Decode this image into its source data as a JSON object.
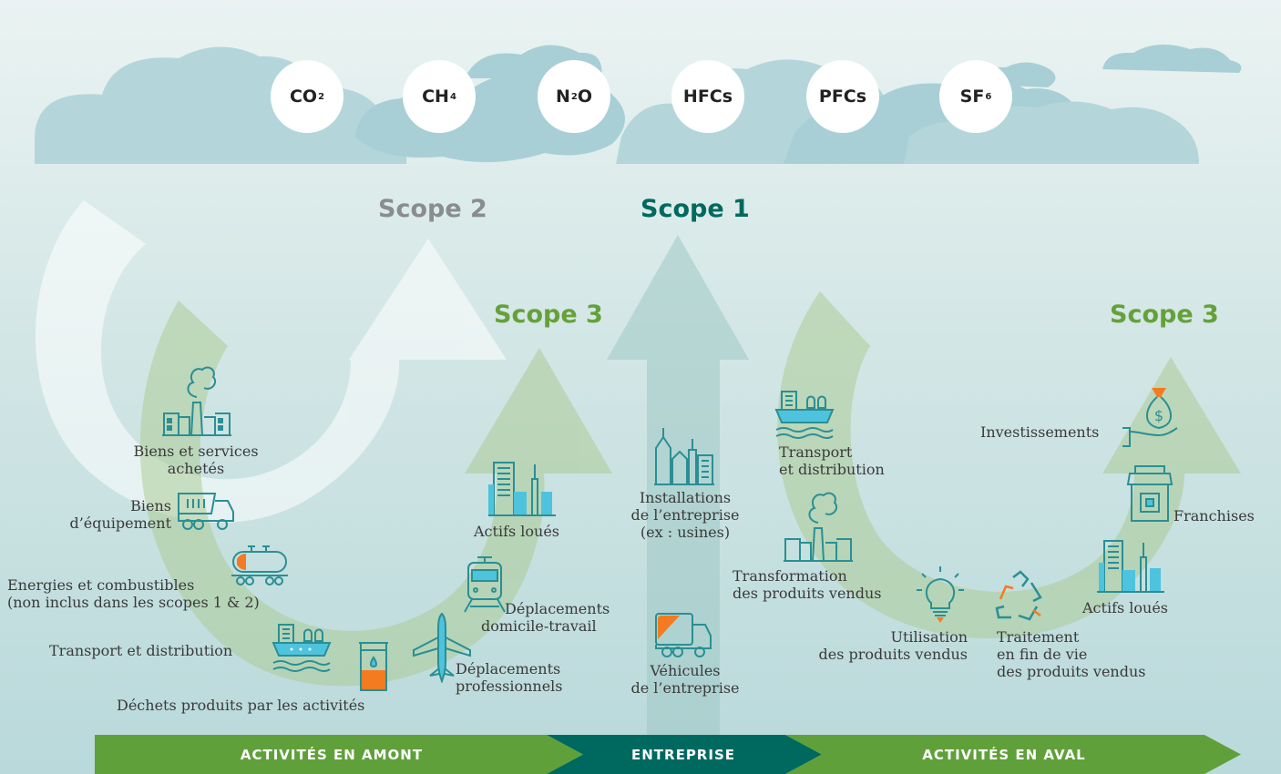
{
  "gases": {
    "co2": {
      "base": "CO",
      "sub": "2"
    },
    "ch4": {
      "base": "CH",
      "sub": "4"
    },
    "n2o": {
      "base": "N",
      "sub": "2",
      "tail": "O"
    },
    "hfcs": {
      "base": "HFCs"
    },
    "pfcs": {
      "base": "PFCs"
    },
    "sf6": {
      "base": "SF",
      "sub": "6"
    }
  },
  "scopes": {
    "scope2": "Scope 2",
    "scope1": "Scope 1",
    "scope3_left": "Scope 3",
    "scope3_right": "Scope 3"
  },
  "upstream": {
    "biens_services": [
      "Biens et services",
      "achetés"
    ],
    "biens_equipement": [
      "Biens",
      "d’équipement"
    ],
    "energies": [
      "Energies et combustibles",
      "(non inclus dans les scopes 1 & 2)"
    ],
    "transport": "Transport et distribution",
    "dechets": "Déchets produits par les activités",
    "deplacements_pro": [
      "Déplacements",
      "professionnels"
    ],
    "domicile_travail": [
      "Déplacements",
      "domicile-travail"
    ],
    "actifs_loues": "Actifs loués"
  },
  "enterprise": {
    "installations": [
      "Installations",
      "de l’entreprise",
      "(ex : usines)"
    ],
    "vehicules": [
      "Véhicules",
      "de l’entreprise"
    ]
  },
  "downstream": {
    "transport": [
      "Transport",
      "et distribution"
    ],
    "transformation": [
      "Transformation",
      "des produits vendus"
    ],
    "utilisation": [
      "Utilisation",
      "des produits vendus"
    ],
    "traitement": [
      "Traitement",
      "en fin de vie",
      "des produits vendus"
    ],
    "actifs_loues": "Actifs loués",
    "franchises": "Franchises",
    "investissements": "Investissements"
  },
  "bands": {
    "amont": "ACTIVITÉS EN AMONT",
    "entreprise": "ENTREPRISE",
    "aval": "ACTIVITÉS EN AVAL"
  },
  "colors": {
    "scope1": "#00695f",
    "scope2": "#8a8d8f",
    "scope3": "#65a13a",
    "band_green": "#60a03a",
    "band_teal": "#00695f",
    "icon_teal": "#2a8f94",
    "icon_orange": "#f47b20",
    "icon_blue": "#4ec3dd"
  }
}
